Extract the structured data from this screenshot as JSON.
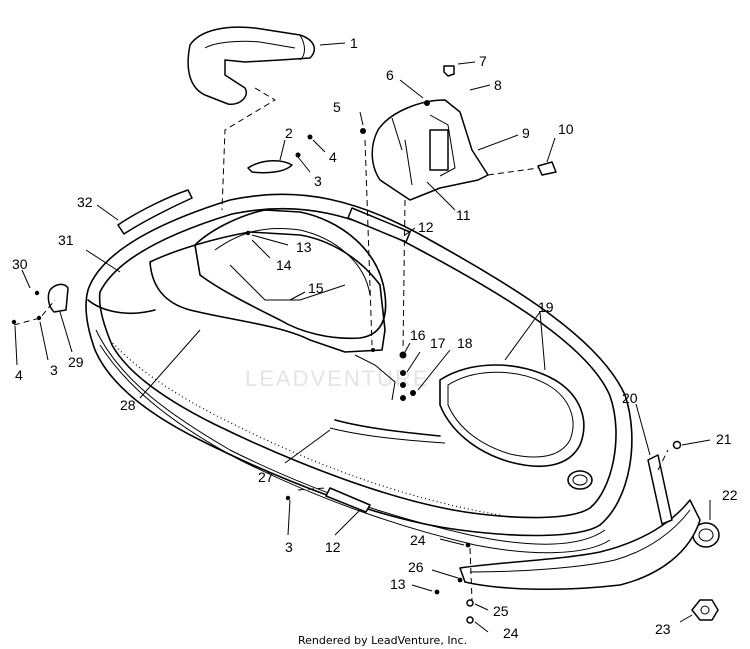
{
  "diagram": {
    "footer": "Rendered by LeadVenture, Inc.",
    "watermark": "LEADVENTURE",
    "labels": [
      {
        "id": "1",
        "text": "1"
      },
      {
        "id": "2",
        "text": "2"
      },
      {
        "id": "3a",
        "text": "3"
      },
      {
        "id": "4a",
        "text": "4"
      },
      {
        "id": "5",
        "text": "5"
      },
      {
        "id": "6",
        "text": "6"
      },
      {
        "id": "7",
        "text": "7"
      },
      {
        "id": "8",
        "text": "8"
      },
      {
        "id": "9",
        "text": "9"
      },
      {
        "id": "10",
        "text": "10"
      },
      {
        "id": "11",
        "text": "11"
      },
      {
        "id": "12a",
        "text": "12"
      },
      {
        "id": "13a",
        "text": "13"
      },
      {
        "id": "14",
        "text": "14"
      },
      {
        "id": "15",
        "text": "15"
      },
      {
        "id": "16",
        "text": "16"
      },
      {
        "id": "17",
        "text": "17"
      },
      {
        "id": "18",
        "text": "18"
      },
      {
        "id": "19",
        "text": "19"
      },
      {
        "id": "20",
        "text": "20"
      },
      {
        "id": "21",
        "text": "21"
      },
      {
        "id": "22",
        "text": "22"
      },
      {
        "id": "23",
        "text": "23"
      },
      {
        "id": "24a",
        "text": "24"
      },
      {
        "id": "24b",
        "text": "24"
      },
      {
        "id": "25",
        "text": "25"
      },
      {
        "id": "26",
        "text": "26"
      },
      {
        "id": "13b",
        "text": "13"
      },
      {
        "id": "27",
        "text": "27"
      },
      {
        "id": "28",
        "text": "28"
      },
      {
        "id": "29",
        "text": "29"
      },
      {
        "id": "30",
        "text": "30"
      },
      {
        "id": "31",
        "text": "31"
      },
      {
        "id": "32",
        "text": "32"
      },
      {
        "id": "3b",
        "text": "3"
      },
      {
        "id": "3c",
        "text": "3"
      },
      {
        "id": "4b",
        "text": "4"
      },
      {
        "id": "12b",
        "text": "12"
      }
    ]
  }
}
